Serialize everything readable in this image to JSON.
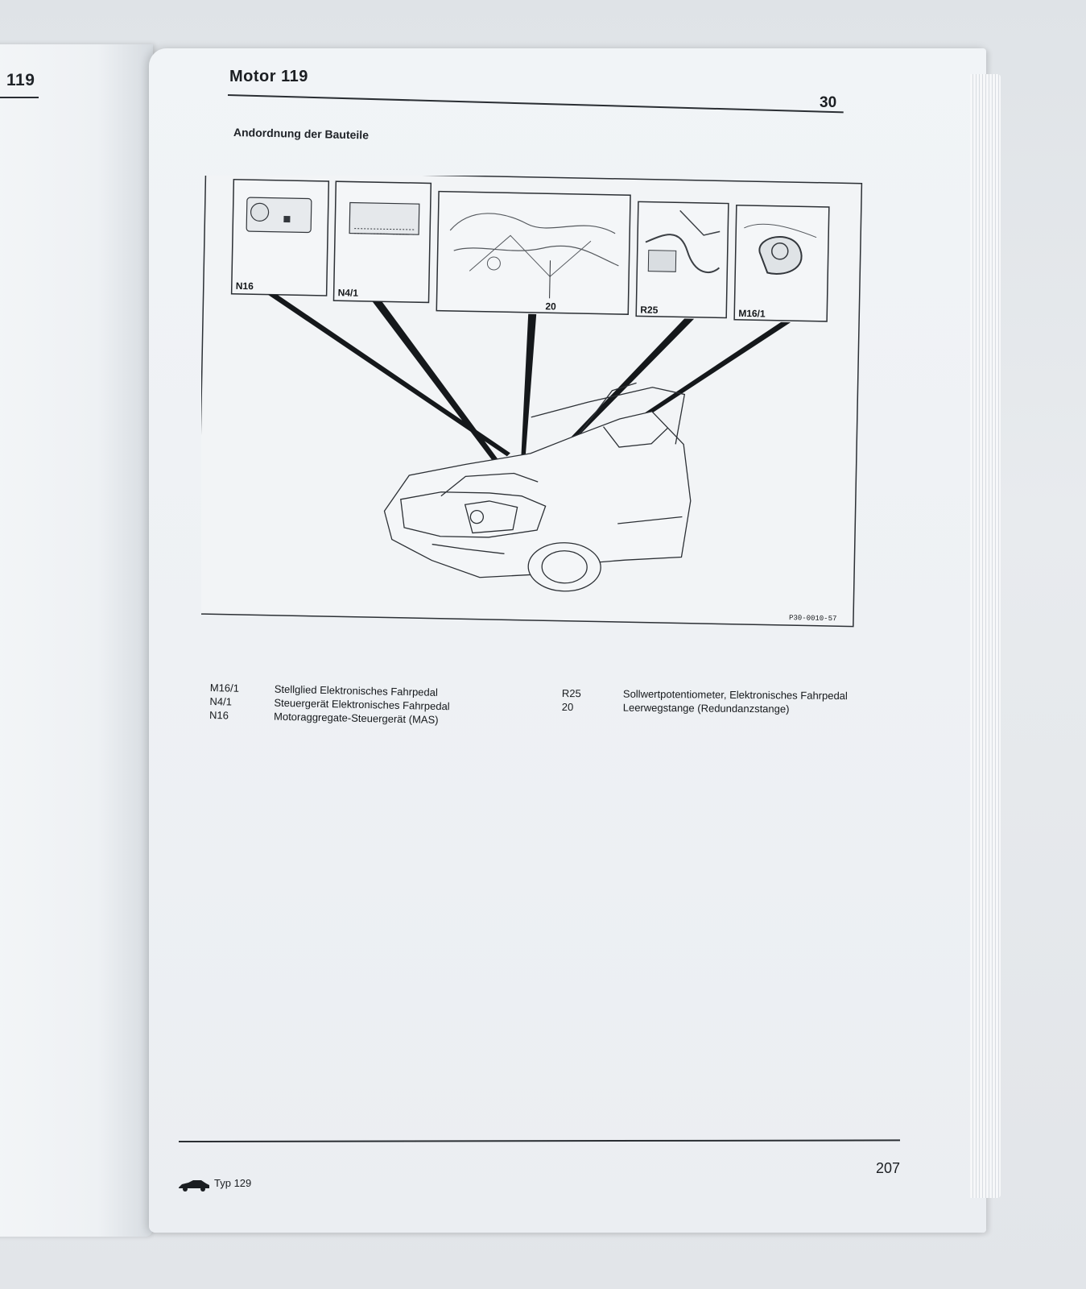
{
  "left_page": {
    "header": "119"
  },
  "header": {
    "title": "Motor 119",
    "section_number": "30"
  },
  "section": {
    "title": "Andordnung der Bauteile"
  },
  "figure": {
    "callouts": [
      "N16",
      "N4/1",
      "20",
      "R25",
      "M16/1"
    ],
    "ref_code": "P30-0010-57"
  },
  "legend": {
    "left": [
      {
        "code": "M16/1",
        "label": "Stellglied Elektronisches Fahrpedal"
      },
      {
        "code": "N4/1",
        "label": "Steuergerät Elektronisches Fahrpedal"
      },
      {
        "code": "N16",
        "label": "Motoraggregate-Steuergerät (MAS)"
      }
    ],
    "right": [
      {
        "code": "R25",
        "label": "Sollwertpotentiometer, Elektronisches Fahrpedal"
      },
      {
        "code": "20",
        "label": "Leerwegstange (Redundanzstange)"
      }
    ]
  },
  "footer": {
    "type_label": "Typ 129",
    "page_number": "207"
  },
  "colors": {
    "paper": "#eef1f4",
    "ink": "#1b1e22",
    "background": "#e2e5e9"
  }
}
